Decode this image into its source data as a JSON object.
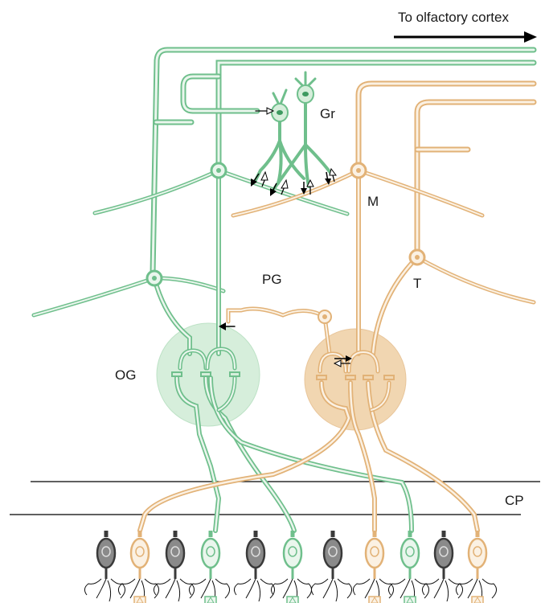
{
  "diagram": {
    "title": "To olfactory cortex",
    "labels": {
      "granule": "Gr",
      "mitral": "M",
      "periglomerular": "PG",
      "tufted": "T",
      "glomerulus": "OG",
      "cribriform_plate": "CP"
    },
    "colors": {
      "green_stroke": "#6fbf8c",
      "green_fill": "#d6eedb",
      "green_dark": "#3d9a60",
      "orange_stroke": "#e2b277",
      "orange_fill": "#f1d6b1",
      "gray_fill": "#8a8a8a",
      "gray_stroke": "#3a3a3a",
      "line": "#000000"
    },
    "receptor_cells": [
      "gray",
      "orange",
      "gray",
      "green",
      "gray",
      "green",
      "gray",
      "orange",
      "green",
      "gray",
      "orange"
    ]
  }
}
